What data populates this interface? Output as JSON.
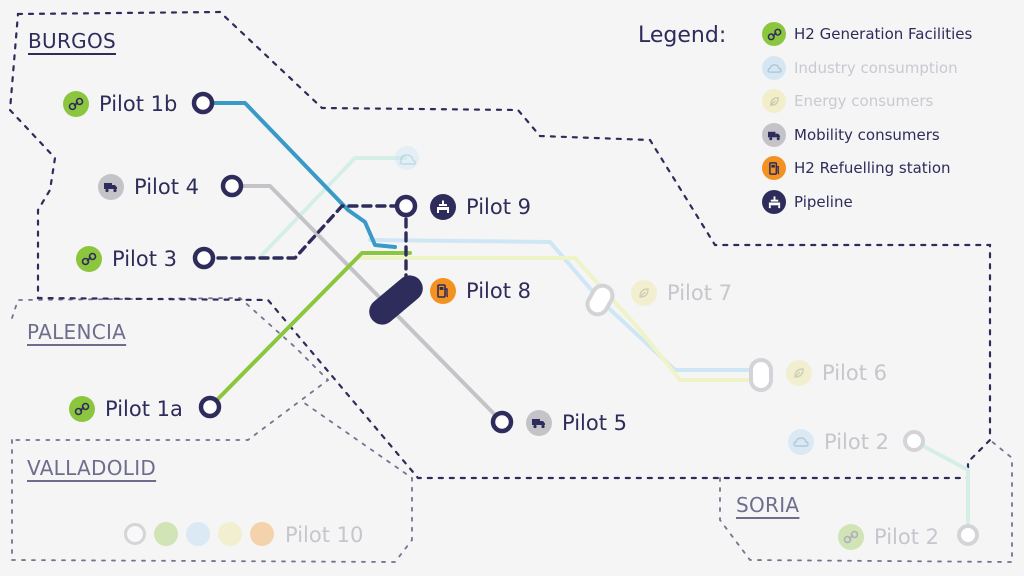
{
  "regions": {
    "burgos": "BURGOS",
    "palencia": "PALENCIA",
    "valladolid": "VALLADOLID",
    "soria": "SORIA"
  },
  "legend": {
    "title": "Legend:",
    "items": [
      {
        "label": "H2 Generation Facilities",
        "icon": "link-icon",
        "color": "#8cc63f",
        "faded": false
      },
      {
        "label": "Industry consumption",
        "icon": "cloud-icon",
        "color": "#a9d3ef",
        "faded": true
      },
      {
        "label": "Energy consumers",
        "icon": "leaf-icon",
        "color": "#eee58a",
        "faded": true
      },
      {
        "label": "Mobility consumers",
        "icon": "truck-icon",
        "color": "#b9b9bd",
        "faded": false
      },
      {
        "label": "H2 Refuelling station",
        "icon": "fuel-pump-icon",
        "color": "#f39221",
        "faded": false
      },
      {
        "label": "Pipeline",
        "icon": "pipeline-icon",
        "color": "#2e2c5a",
        "faded": false
      }
    ]
  },
  "pilots": {
    "p1b": "Pilot 1b",
    "p4": "Pilot 4",
    "p3": "Pilot 3",
    "p9": "Pilot 9",
    "p8": "Pilot 8",
    "p7": "Pilot 7",
    "p6": "Pilot 6",
    "p1a": "Pilot 1a",
    "p5": "Pilot 5",
    "p2a": "Pilot 2",
    "p2b": "Pilot 2",
    "p10": "Pilot 10"
  },
  "colors": {
    "navy": "#2e2c5a",
    "green": "#8cc63f",
    "blue": "#3a9ac7",
    "grey": "#c4c4c8",
    "orange": "#f39221",
    "light_blue": "#cfe6f4",
    "light_yellow": "#eef3c8",
    "light_mint": "#d6efe6"
  }
}
